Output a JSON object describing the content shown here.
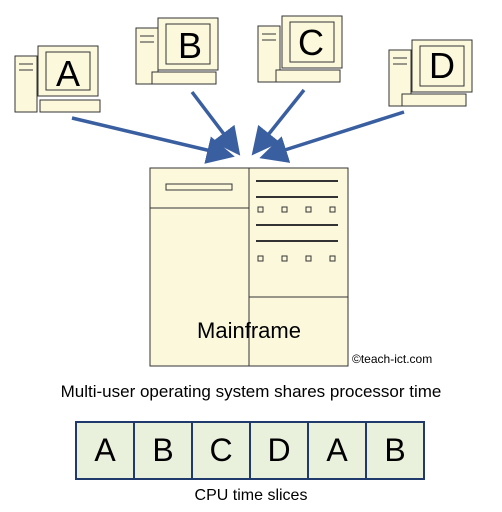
{
  "terminals": [
    {
      "label": "A"
    },
    {
      "label": "B"
    },
    {
      "label": "C"
    },
    {
      "label": "D"
    }
  ],
  "mainframe": {
    "label": "Mainframe"
  },
  "copyright": "©teach-ict.com",
  "caption": "Multi-user operating system shares processor time",
  "time_slices": [
    "A",
    "B",
    "C",
    "D",
    "A",
    "B"
  ],
  "slices_caption": "CPU time slices",
  "colors": {
    "fill": "#fbf8dc",
    "outline": "#333333",
    "arrow": "#3a5fa0",
    "slice_fill": "#e9f0dc",
    "slice_border": "#1f3a6b"
  }
}
